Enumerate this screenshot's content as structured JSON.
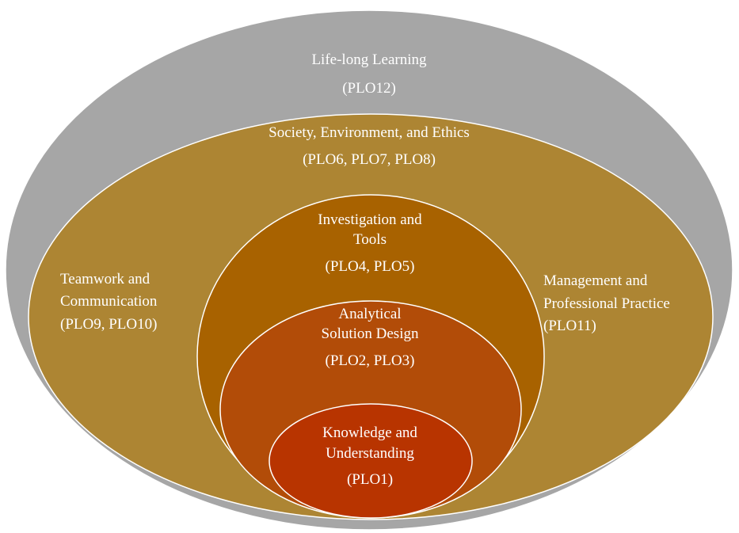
{
  "colors": {
    "outer_ring": "#a6a6a6",
    "ring_society": "#ad8533",
    "ring_investigation": "#a86200",
    "ring_analytical": "#b24c08",
    "ring_knowledge": "#b83400",
    "text": "#ffffff"
  },
  "levels": {
    "lifelong": {
      "title": "Life-long Learning",
      "plo": "(PLO12)"
    },
    "society": {
      "title": "Society, Environment, and Ethics",
      "plo": "(PLO6, PLO7, PLO8)"
    },
    "teamwork": {
      "line1": "Teamwork and",
      "line2": "Communication",
      "plo": "(PLO9, PLO10)"
    },
    "management": {
      "line1": "Management and",
      "line2": "Professional Practice",
      "plo": "(PLO11)"
    },
    "investigation": {
      "line1": "Investigation and",
      "line2": "Tools",
      "plo": "(PLO4, PLO5)"
    },
    "analytical": {
      "line1": "Analytical",
      "line2": "Solution Design",
      "plo": "(PLO2, PLO3)"
    },
    "knowledge": {
      "line1": "Knowledge and",
      "line2": "Understanding",
      "plo": "(PLO1)"
    }
  }
}
